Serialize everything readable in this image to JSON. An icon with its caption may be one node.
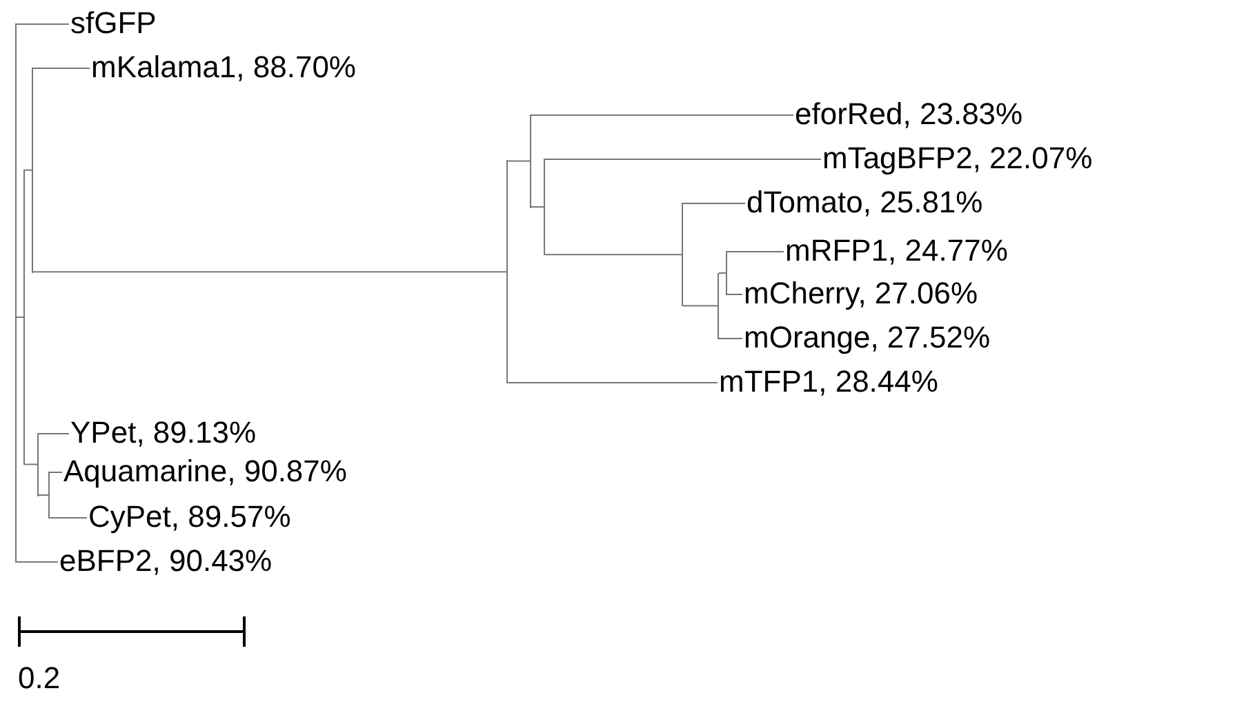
{
  "diagram": {
    "nodes": [
      {
        "text": [
          "sfGFP"
        ]
      },
      {
        "text": [
          "mKalama1, 88.70%"
        ]
      },
      {
        "text": [
          "eforRed, 23.83%"
        ]
      },
      {
        "text": [
          "mTagBFP2, 22.07%"
        ]
      },
      {
        "text": [
          "dTomato, 25.81%"
        ]
      },
      {
        "text": [
          "mRFP1, 24.77%"
        ]
      },
      {
        "text": [
          "mCherry, 27.06%"
        ]
      },
      {
        "text": [
          "mOrange, 27.52%"
        ]
      },
      {
        "text": [
          "mTFP1, 28.44%"
        ]
      },
      {
        "text": [
          "YPet, 89.13%"
        ]
      },
      {
        "text": [
          "Aquamarine, 90.87%"
        ]
      },
      {
        "text": [
          "CyPet, 89.57%"
        ]
      },
      {
        "text": [
          "eBFP2, 90.43%"
        ]
      },
      {
        "text": [],
        "shape": "bar"
      },
      {
        "text": [],
        "shape": "bar"
      },
      {
        "text": [],
        "shape": "bar"
      },
      {
        "text": [],
        "shape": "bar"
      },
      {
        "text": [],
        "shape": "bar"
      },
      {
        "text": [],
        "shape": "bar"
      },
      {
        "text": [],
        "shape": "bar"
      },
      {
        "text": [],
        "shape": "bar"
      },
      {
        "text": [],
        "shape": "bar"
      },
      {
        "text": [],
        "shape": "bar"
      },
      {
        "text": [],
        "shape": "bar"
      }
    ],
    "edges": [
      {
        "from": 13,
        "to": 0,
        "arrow": "none"
      },
      {
        "from": 13,
        "to": 14,
        "arrow": "none"
      },
      {
        "from": 13,
        "to": 12,
        "arrow": "none"
      },
      {
        "from": 14,
        "to": 15,
        "arrow": "none"
      },
      {
        "from": 14,
        "to": 16,
        "arrow": "none"
      },
      {
        "from": 15,
        "to": 1,
        "arrow": "none"
      },
      {
        "from": 15,
        "to": 18,
        "arrow": "none"
      },
      {
        "from": 16,
        "to": 9,
        "arrow": "none"
      },
      {
        "from": 16,
        "to": 17,
        "arrow": "none"
      },
      {
        "from": 17,
        "to": 10,
        "arrow": "none"
      },
      {
        "from": 17,
        "to": 11,
        "arrow": "none"
      },
      {
        "from": 18,
        "to": 19,
        "arrow": "none"
      },
      {
        "from": 18,
        "to": 8,
        "arrow": "none"
      },
      {
        "from": 19,
        "to": 2,
        "arrow": "none"
      },
      {
        "from": 19,
        "to": 20,
        "arrow": "none"
      },
      {
        "from": 20,
        "to": 3,
        "arrow": "none"
      },
      {
        "from": 20,
        "to": 21,
        "arrow": "none"
      },
      {
        "from": 21,
        "to": 4,
        "arrow": "none"
      },
      {
        "from": 21,
        "to": 22,
        "arrow": "none"
      },
      {
        "from": 22,
        "to": 23,
        "arrow": "none"
      },
      {
        "from": 22,
        "to": 7,
        "arrow": "none"
      },
      {
        "from": 23,
        "to": 5,
        "arrow": "none"
      },
      {
        "from": 23,
        "to": 6,
        "arrow": "none"
      }
    ],
    "labels": [
      "0.2"
    ]
  }
}
